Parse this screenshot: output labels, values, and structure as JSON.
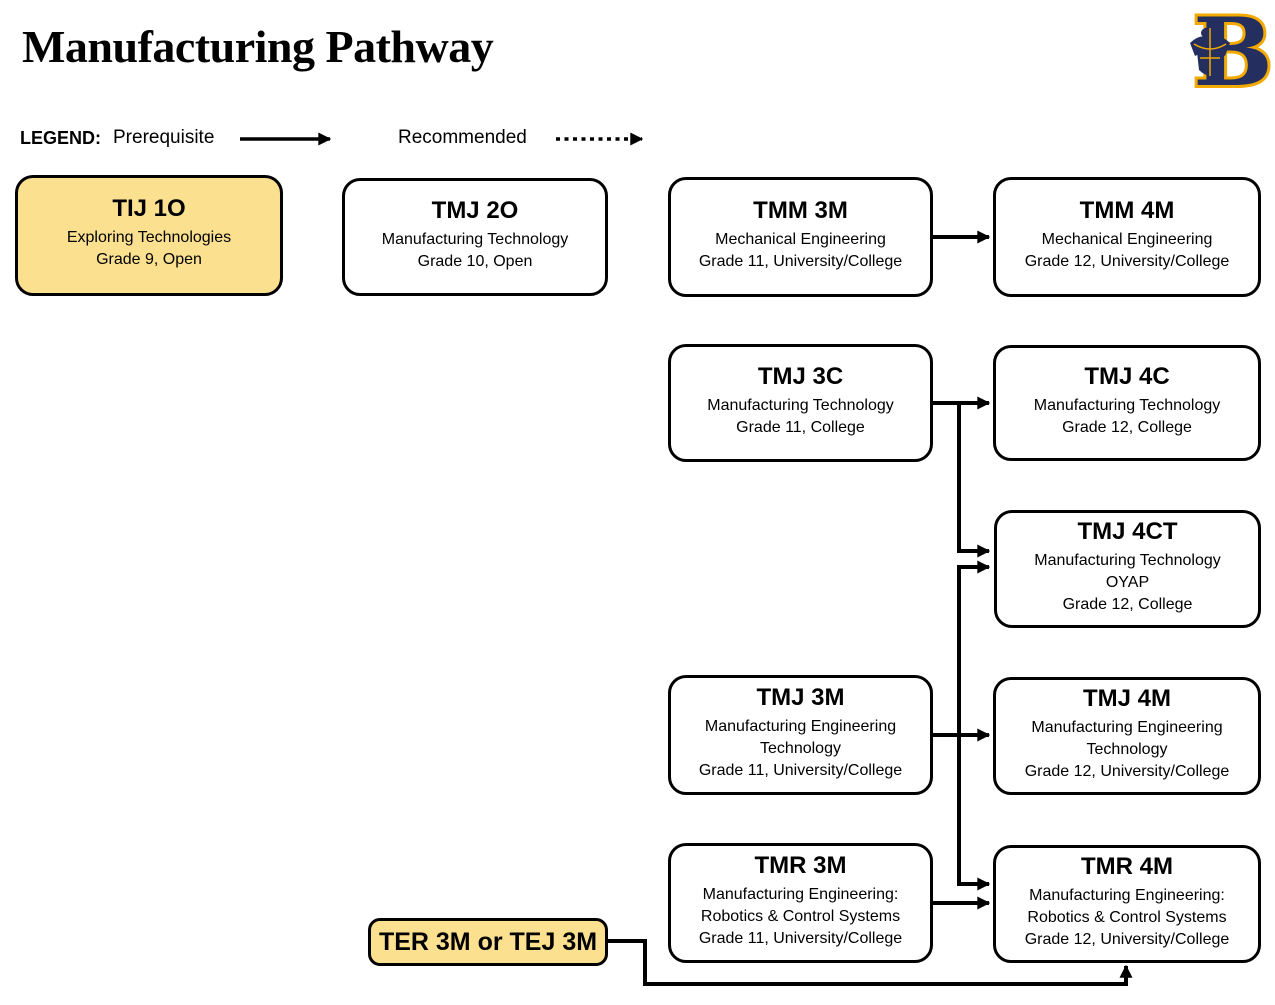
{
  "title": "Manufacturing Pathway",
  "logo": {
    "letter": "B",
    "icon": "school-varsity-b-with-crest"
  },
  "legend": {
    "label": "LEGEND:",
    "prerequisite_label": "Prerequisite",
    "recommended_label": "Recommended",
    "prerequisite_style": "solid-arrow",
    "recommended_style": "dotted-arrow"
  },
  "colors": {
    "highlight_fill": "#FBE08F",
    "box_fill": "#FFFFFF",
    "line": "#000000",
    "logo_navy": "#242F60",
    "logo_gold": "#F2A900"
  },
  "courses": {
    "tij1o": {
      "code": "TIJ 1O",
      "line1": "Exploring Technologies",
      "line2": "Grade 9, Open"
    },
    "tmj2o": {
      "code": "TMJ 2O",
      "line1": "Manufacturing Technology",
      "line2": "Grade 10, Open"
    },
    "tmm3m": {
      "code": "TMM 3M",
      "line1": "Mechanical Engineering",
      "line2": "Grade 11, University/College"
    },
    "tmm4m": {
      "code": "TMM 4M",
      "line1": "Mechanical Engineering",
      "line2": "Grade 12, University/College"
    },
    "tmj3c": {
      "code": "TMJ 3C",
      "line1": "Manufacturing Technology",
      "line2": "Grade 11, College"
    },
    "tmj4c": {
      "code": "TMJ 4C",
      "line1": "Manufacturing Technology",
      "line2": "Grade 12, College"
    },
    "tmj4ct": {
      "code": "TMJ 4CT",
      "line1": "Manufacturing Technology",
      "line2": "OYAP",
      "line3": "Grade 12, College"
    },
    "tmj3m": {
      "code": "TMJ 3M",
      "line1": "Manufacturing Engineering",
      "line2": "Technology",
      "line3": "Grade 11, University/College"
    },
    "tmj4m": {
      "code": "TMJ 4M",
      "line1": "Manufacturing Engineering",
      "line2": "Technology",
      "line3": "Grade 12, University/College"
    },
    "tmr3m": {
      "code": "TMR 3M",
      "line1": "Manufacturing Engineering:",
      "line2": "Robotics & Control Systems",
      "line3": "Grade 11, University/College"
    },
    "tmr4m": {
      "code": "TMR 4M",
      "line1": "Manufacturing Engineering:",
      "line2": "Robotics & Control Systems",
      "line3": "Grade 12, University/College"
    },
    "ter": {
      "code": "TER 3M or TEJ 3M"
    }
  }
}
